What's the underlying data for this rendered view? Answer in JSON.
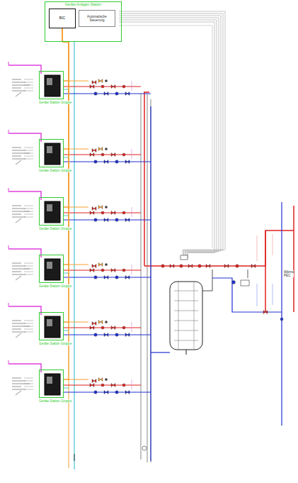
{
  "diagram": {
    "nodes": [
      {
        "text": [
          "Geräte Anlagen Station"
        ]
      },
      {
        "text": [
          "BIC"
        ],
        "in": 0
      },
      {
        "text": [
          "Automatische Steuerung"
        ],
        "in": 0
      },
      {
        "text": [
          "Geräte Station Gruppe"
        ]
      },
      {
        "text": [
          "Geräte Station Gruppe"
        ]
      },
      {
        "text": [
          "Geräte Station Gruppe"
        ]
      },
      {
        "text": [
          "Geräte Station Gruppe"
        ]
      },
      {
        "text": [
          "Geräte Station Gruppe"
        ]
      },
      {
        "text": [
          "Geräte Station Gruppe"
        ]
      }
    ],
    "edges": [
      {
        "from": 1,
        "to": 3,
        "arrow": "none"
      },
      {
        "from": 1,
        "to": 4,
        "arrow": "none"
      },
      {
        "from": 1,
        "to": 5,
        "arrow": "none"
      },
      {
        "from": 1,
        "to": 6,
        "arrow": "none"
      },
      {
        "from": 1,
        "to": 7,
        "arrow": "none"
      },
      {
        "from": 1,
        "to": 8,
        "arrow": "none"
      }
    ],
    "labels": [
      "Wärme PEC"
    ]
  }
}
